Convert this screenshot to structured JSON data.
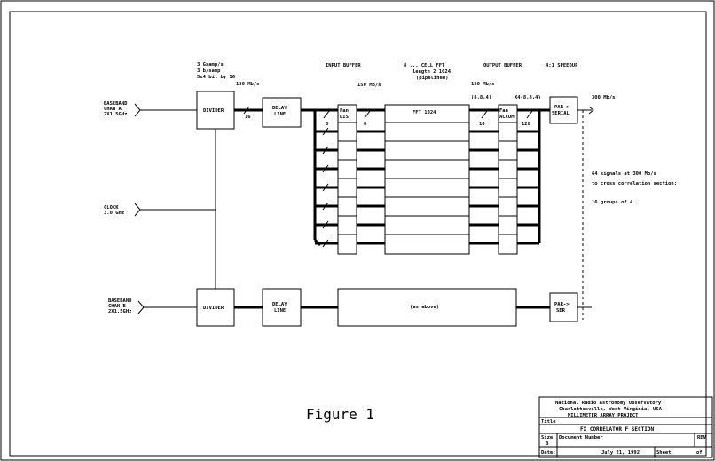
{
  "figure_caption": "Figure 1",
  "notes": {
    "header_left": [
      "3 Gsamp/s",
      "3 b/samp",
      "5x4 bit by 16"
    ],
    "rate_top_left": "150 Mb/s",
    "input_buffer": "INPUT BUFFER",
    "fft_hdr_1": "8 ... CELL FFT",
    "fft_hdr_2": "length 2 1024",
    "fft_hdr_3": "(pipelined)",
    "output_buffer": "OUTPUT BUFFER",
    "speedup": "4:1 SPEEDUP",
    "rate_mid": "150 Mb/s",
    "rate_right": "150 Mb/s",
    "tuple_a": "(8,8,4)",
    "tuple_b": "X4(8,8,4)",
    "rate_out": "300 Mb/s",
    "bus_16": "16",
    "bus_8": "8",
    "bus_16b": "16",
    "bus_128": "128",
    "side_1": "64 signals at 300 Mb/s",
    "side_2": "to cross correlation section:",
    "side_3": "16 groups of 4."
  },
  "inputs": {
    "a": [
      "BASEBAND",
      "CHAN A",
      "2X1.5GHz"
    ],
    "clock": [
      "CLOCK",
      "3.0 GHz"
    ],
    "b": [
      "BASEBAND",
      "CHAN B",
      "2X1.5GHz"
    ]
  },
  "blocks": {
    "divider_a": "DIVIDER",
    "delay_a": [
      "DELAY",
      "LINE"
    ],
    "fan_in": [
      "Fan",
      "DIST"
    ],
    "fft": "FFT 1024",
    "fan_out": [
      "Fan",
      "ACCUM"
    ],
    "serial_a": [
      "PAR->",
      "SERIAL"
    ],
    "divider_b": "DIVIDER",
    "delay_b": [
      "DELAY",
      "LINE"
    ],
    "as_above": "(as above)",
    "serial_b": [
      "PAR->",
      "SER"
    ]
  },
  "title_block": {
    "org": "National Radio Astronomy Observatory",
    "location": "Charlottesville, West Virginia, USA",
    "project": "MILLIMETER ARRAY PROJECT",
    "title_label": "Title",
    "title": "FX CORRELATOR F SECTION",
    "size_label": "Size",
    "size": "B",
    "drawn": "Document Number",
    "rev": "REV",
    "date_label": "Date:",
    "date": "July 21, 1992",
    "sheet": "Sheet",
    "of": "of"
  }
}
